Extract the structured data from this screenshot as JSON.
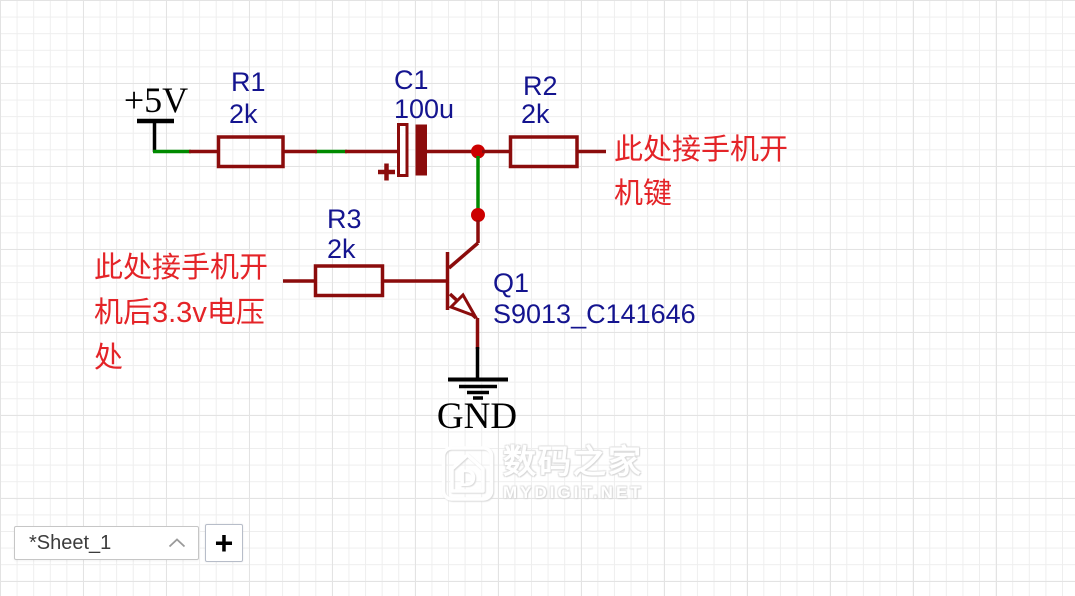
{
  "colors": {
    "wire_green": "#008a00",
    "pin_dark_red": "#8b0c0c",
    "junction_red": "#cc0000",
    "label_blue": "#14148f",
    "annotation_red": "#e42428",
    "power_black": "#000000"
  },
  "components": {
    "power": {
      "label": "+5V"
    },
    "r1": {
      "ref": "R1",
      "value": "2k"
    },
    "c1": {
      "ref": "C1",
      "value": "100u",
      "polarity_mark": "+"
    },
    "r2": {
      "ref": "R2",
      "value": "2k"
    },
    "r3": {
      "ref": "R3",
      "value": "2k"
    },
    "q1": {
      "ref": "Q1",
      "value": "S9013_C141646"
    },
    "gnd": {
      "label": "GND"
    }
  },
  "annotations": {
    "right": {
      "line1": "此处接手机开",
      "line2": "机键"
    },
    "left": {
      "line1": "此处接手机开",
      "line2": "机后3.3v电压",
      "line3": "处"
    }
  },
  "watermark": {
    "logo_letter": "D",
    "brand": "数码之家",
    "site": "MYDIGIT.NET"
  },
  "sheet_bar": {
    "tab_label": "*Sheet_1",
    "chevron_icon": "chevron-up",
    "add_button_label": "+"
  }
}
